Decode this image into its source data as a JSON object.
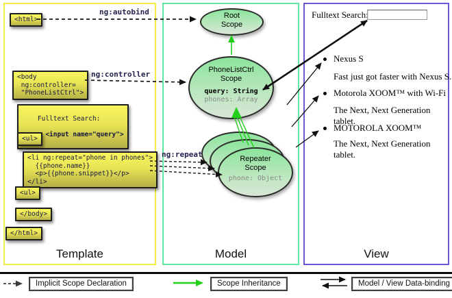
{
  "panels": {
    "template": {
      "label": "Template",
      "border_color": "#f0ee45"
    },
    "model": {
      "label": "Model",
      "border_color": "#5fe6a3"
    },
    "view": {
      "label": "View",
      "border_color": "#6c56d5"
    }
  },
  "template_code": {
    "html_open": "<html>",
    "body_open": "<body\n ng:controller=\n \"PhoneListCtrl\">",
    "fulltext_label": "Fulltext Search:",
    "fulltext_input": "  <input name=\"query\">",
    "ul_open": "<ul>",
    "li_block": "<li ng:repeat=\"phone in phones\">\n  {{phone.name}}\n  <p>{{phone.snippet}}</p>\n</li>",
    "ul_close": "<ul>",
    "body_close": "</body>",
    "html_close": "</html>"
  },
  "connectors": {
    "autobind": "ng:autobind",
    "controller": "ng:controller",
    "repeat": "ng:repeat"
  },
  "model_scopes": {
    "root": {
      "title": "Root\nScope"
    },
    "phonelist": {
      "title": "PhoneListCtrl\nScope",
      "prop1": "query: String",
      "prop2": "phones: Array"
    },
    "repeater": {
      "title": "Repeater\nScope",
      "prop1": "phone: Object"
    }
  },
  "view_panel": {
    "search_label": "Fulltext Search:",
    "search_value": "",
    "items": [
      {
        "title": "Nexus S",
        "desc": "Fast just got faster with Nexus S."
      },
      {
        "title": "Motorola XOOM™  with Wi-Fi",
        "desc": "The Next, Next Generation tablet."
      },
      {
        "title": "MOTOROLA XOOM™",
        "desc": "The Next, Next Generation tablet."
      }
    ]
  },
  "legend": {
    "implicit": "Implicit Scope Declaration",
    "inheritance": "Scope Inheritance",
    "databinding": "Model / View Data-binding"
  },
  "colors": {
    "green_arrow": "#23cf1b",
    "code_box_top": "#f8f55e",
    "code_box_bottom": "#b5b048",
    "oval_top": "#8ce49c"
  }
}
